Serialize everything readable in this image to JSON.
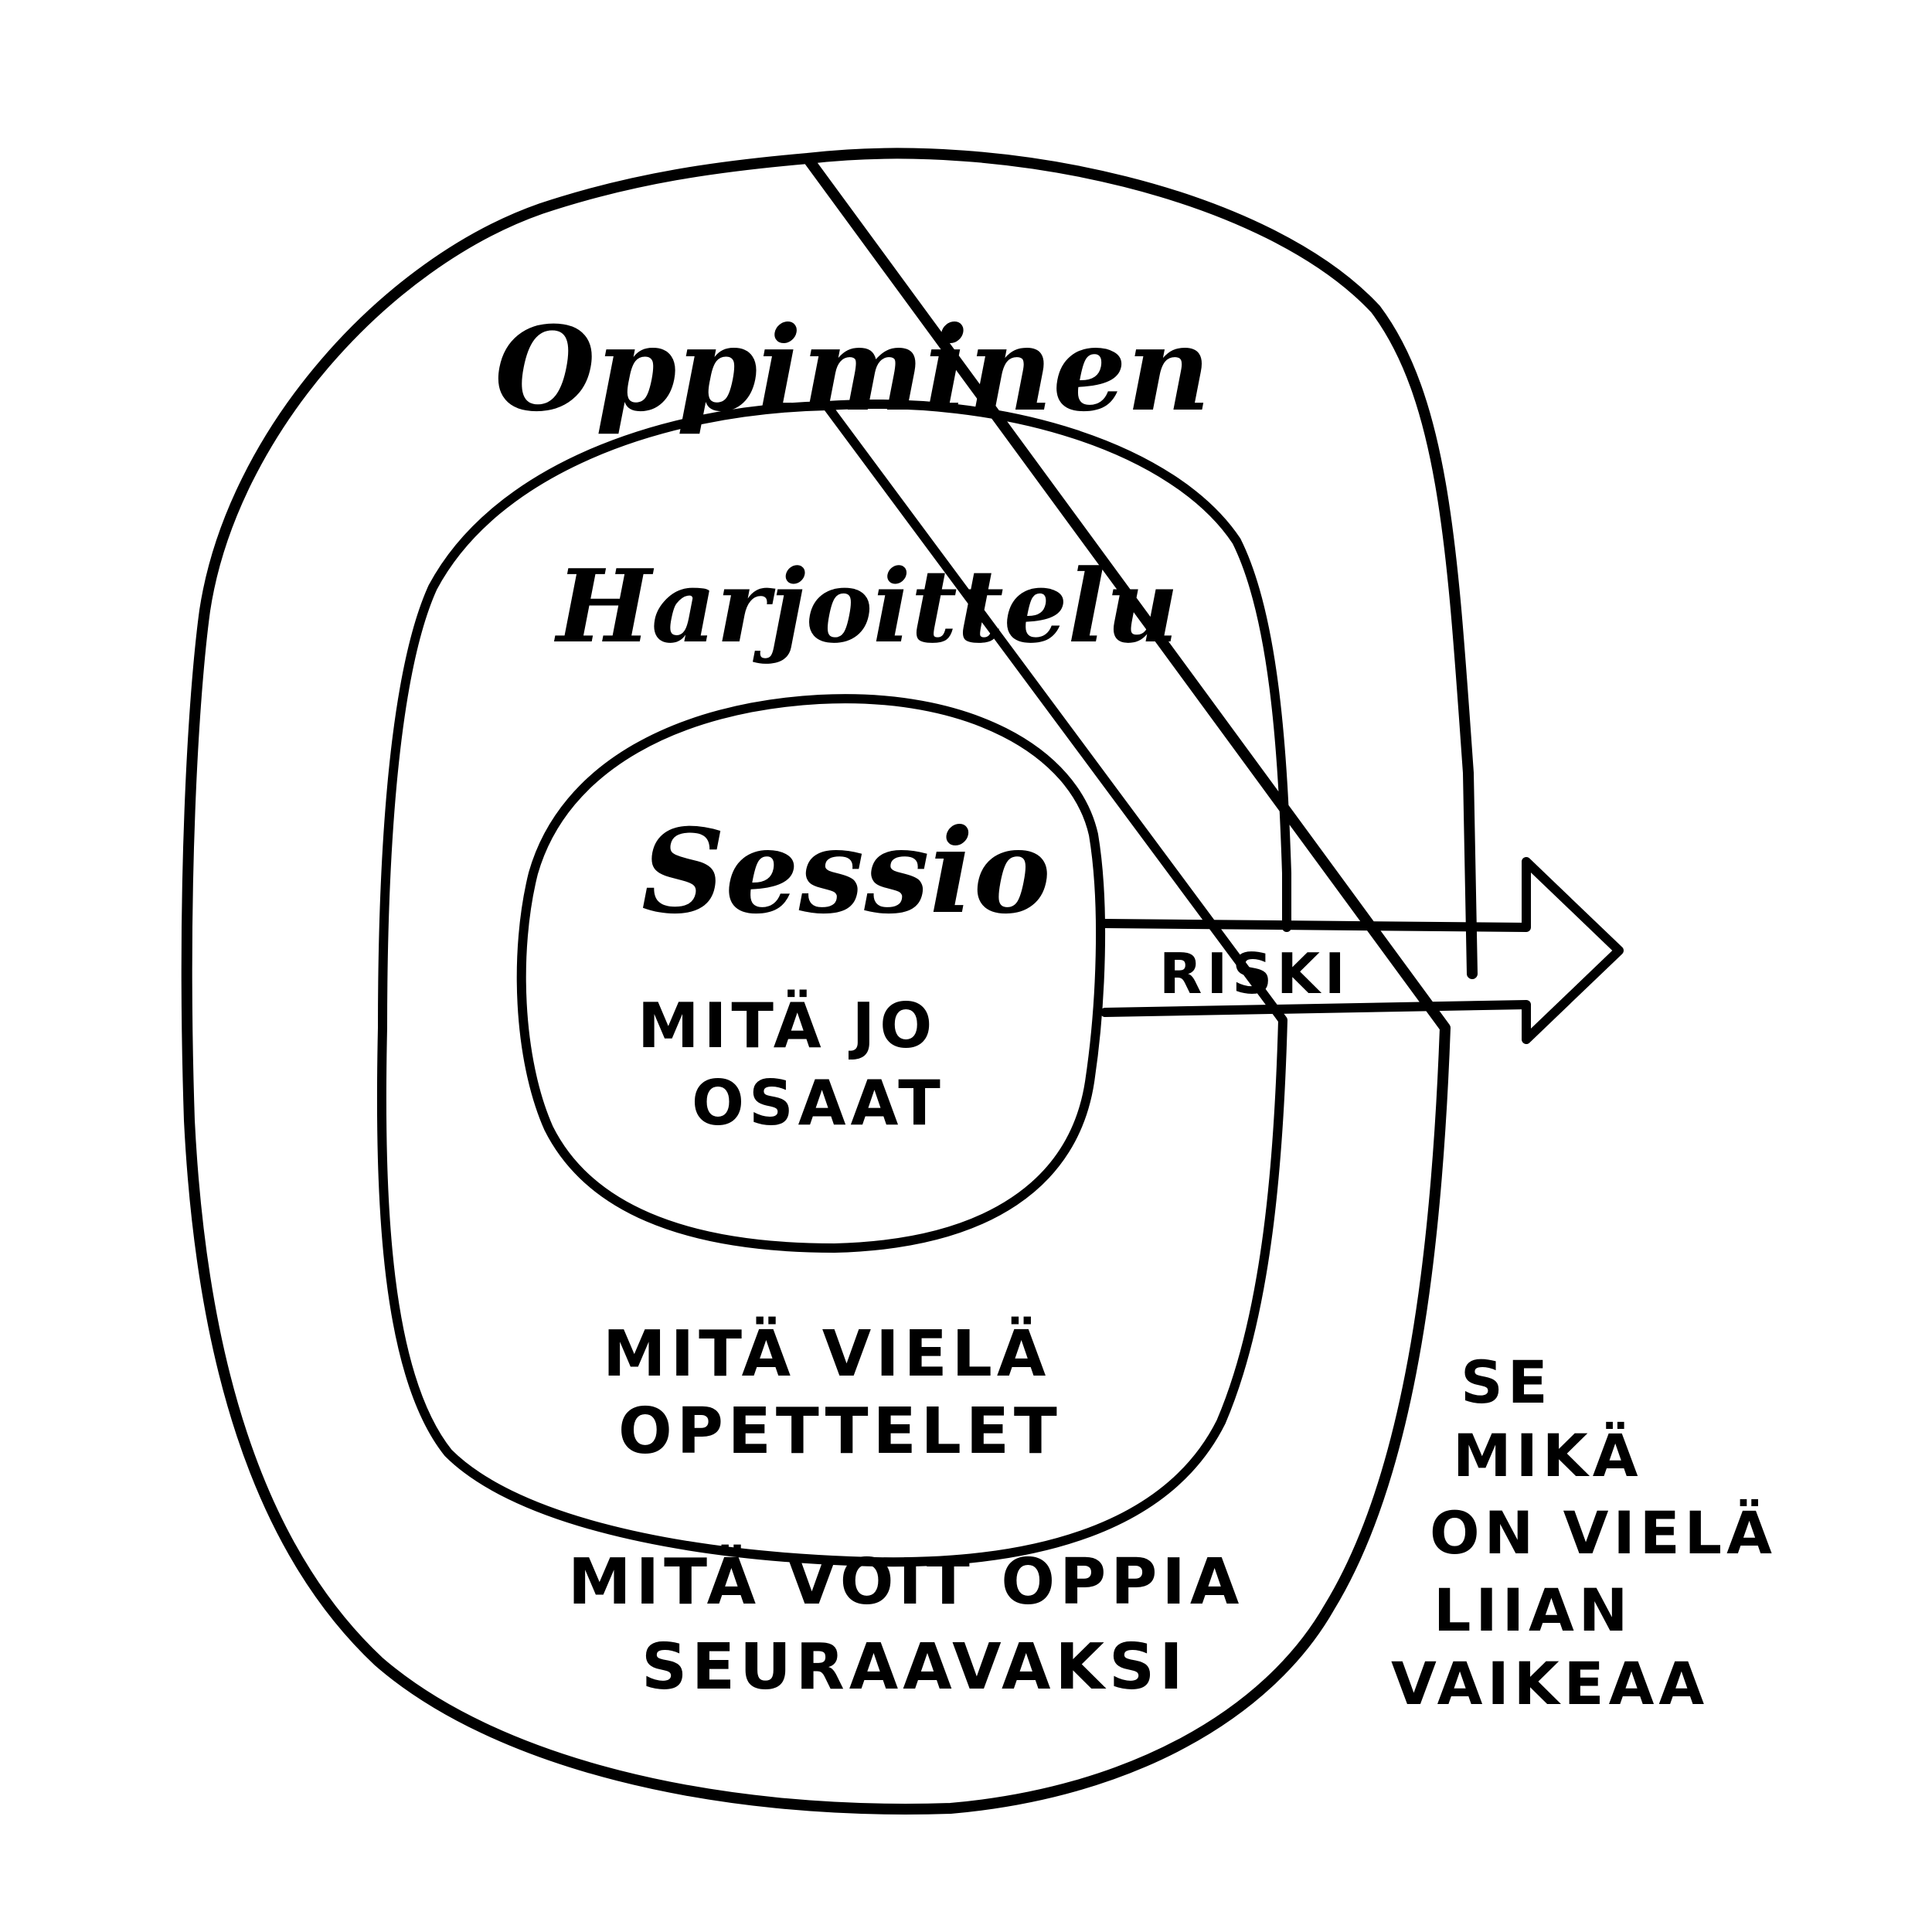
{
  "diagram": {
    "outer_ring": {
      "title": "Oppiminen",
      "description_lines": [
        "MITÄ VOIT OPPIA",
        "SEURAAVAKSI"
      ]
    },
    "middle_ring": {
      "title": "Harjoittelu",
      "description_lines": [
        "MITÄ VIELÄ",
        "OPETTELET"
      ]
    },
    "inner_ring": {
      "title": "Sessio",
      "description_lines": [
        "MITÄ JO",
        "OSAAT"
      ]
    },
    "arrow": {
      "label": "RISKI"
    },
    "outside_note": {
      "lines": [
        "SE",
        "MIKÄ",
        "ON VIELÄ",
        "LIIAN",
        "VAIKEAA"
      ]
    }
  },
  "colors": {
    "ink": "#000000",
    "paper": "#ffffff"
  }
}
